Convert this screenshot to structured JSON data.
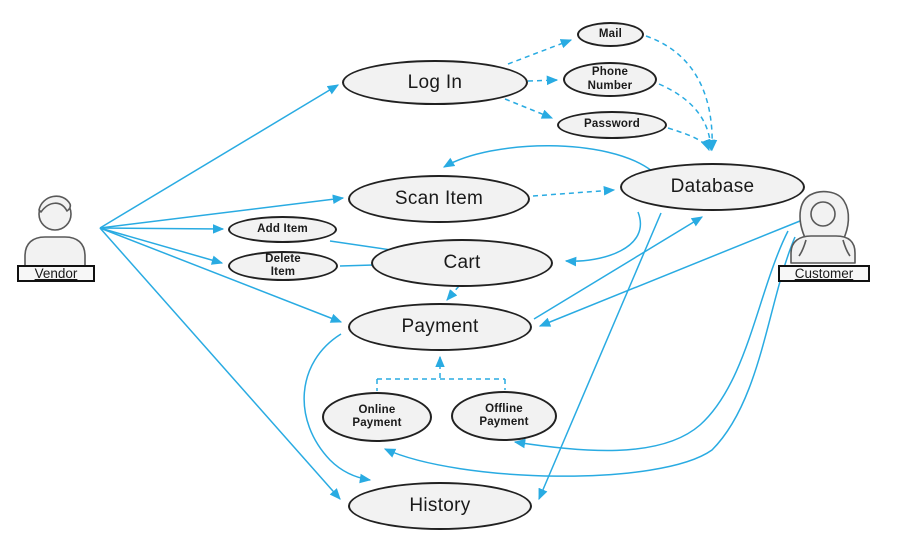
{
  "diagram": {
    "type": "use-case-diagram",
    "accent_color": "#29ABE2",
    "node_fill": "#F2F2F2",
    "node_stroke": "#212121",
    "actors": {
      "vendor": {
        "label": "Vendor"
      },
      "customer": {
        "label": "Customer"
      }
    },
    "nodes": {
      "login": {
        "label": "Log In"
      },
      "mail": {
        "label": "Mail"
      },
      "phone_number": {
        "line1": "Phone",
        "line2": "Number"
      },
      "password": {
        "label": "Password"
      },
      "database": {
        "label": "Database"
      },
      "scan_item": {
        "label": "Scan Item"
      },
      "add_item": {
        "label": "Add Item"
      },
      "delete_item": {
        "line1": "Delete",
        "line2": "Item"
      },
      "cart": {
        "label": "Cart"
      },
      "payment": {
        "label": "Payment"
      },
      "online_payment": {
        "line1": "Online",
        "line2": "Payment"
      },
      "offline_payment": {
        "line1": "Offline",
        "line2": "Payment"
      },
      "history": {
        "label": "History"
      }
    },
    "edges": [
      {
        "from": "vendor",
        "to": "login",
        "style": "solid"
      },
      {
        "from": "vendor",
        "to": "scan_item",
        "style": "solid"
      },
      {
        "from": "vendor",
        "to": "add_item",
        "style": "solid"
      },
      {
        "from": "vendor",
        "to": "delete_item",
        "style": "solid"
      },
      {
        "from": "vendor",
        "to": "payment",
        "style": "solid"
      },
      {
        "from": "vendor",
        "to": "history",
        "style": "solid"
      },
      {
        "from": "add_item",
        "to": "cart",
        "style": "solid"
      },
      {
        "from": "delete_item",
        "to": "cart",
        "style": "solid"
      },
      {
        "from": "login",
        "to": "mail",
        "style": "dashed"
      },
      {
        "from": "login",
        "to": "phone_number",
        "style": "dashed"
      },
      {
        "from": "login",
        "to": "password",
        "style": "dashed"
      },
      {
        "from": "mail",
        "to": "database",
        "style": "dashed"
      },
      {
        "from": "phone_number",
        "to": "database",
        "style": "dashed"
      },
      {
        "from": "password",
        "to": "database",
        "style": "dashed"
      },
      {
        "from": "scan_item",
        "to": "database",
        "style": "dashed"
      },
      {
        "from": "database",
        "to": "scan_item",
        "style": "solid"
      },
      {
        "from": "database",
        "to": "cart",
        "style": "solid"
      },
      {
        "from": "payment",
        "to": "database",
        "style": "solid"
      },
      {
        "from": "cart",
        "to": "payment",
        "style": "dashed"
      },
      {
        "from": "online_payment",
        "to": "payment",
        "style": "dashed-tree"
      },
      {
        "from": "offline_payment",
        "to": "payment",
        "style": "dashed-tree"
      },
      {
        "from": "customer",
        "to": "payment",
        "style": "solid"
      },
      {
        "from": "database",
        "to": "history",
        "style": "solid"
      },
      {
        "from": "customer",
        "to": "offline_payment",
        "style": "solid-curve"
      },
      {
        "from": "customer",
        "to": "online_payment",
        "style": "solid-curve"
      },
      {
        "from": "payment",
        "to": "history",
        "style": "solid-curve"
      }
    ]
  }
}
